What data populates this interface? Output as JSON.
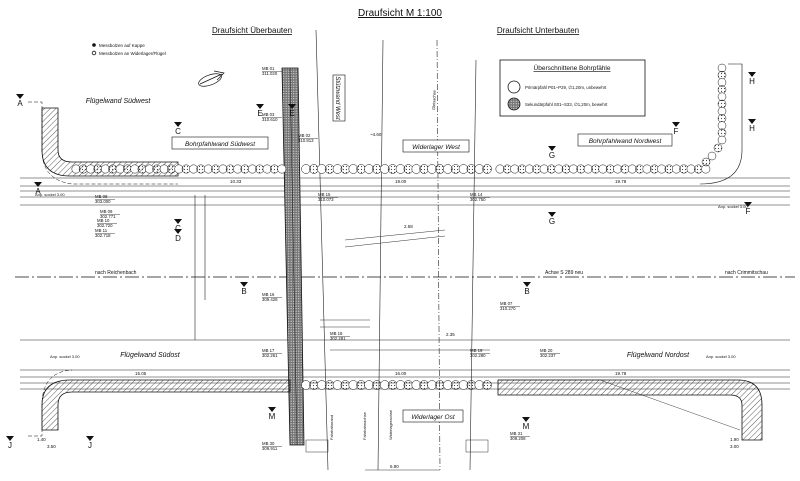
{
  "header": {
    "main_title": "Draufsicht   M 1:100",
    "left_title": "Draufsicht   Überbauten",
    "right_title": "Draufsicht   Unterbauten"
  },
  "legend_top_left": {
    "item1": "Messbolzen auf Kappe",
    "item2": "Messbolzen an Widerlager/Flügel"
  },
  "legend_box": {
    "title": "Überschnittene Bohrpfähle",
    "primary": "Primärpfahl P01–P29, ∅1,20m, unbewehrt",
    "secondary": "Sekundärpfahl S01–S33, ∅1,20m, bewehrt"
  },
  "structure_labels": {
    "fluegel_sw": "Flügelwand Südwest",
    "bohrpfahl_sw": "Bohrpfahlwand Südwest",
    "widerlager_west": "Widerlager West",
    "bohrpfahl_nw": "Bohrpfahlwand Nordwest",
    "stuetzwand": "Stützwand West",
    "fluegel_so": "Flügelwand Südost",
    "widerlager_ost": "Widerlager Ost",
    "fluegel_no": "Flügelwand Nordost"
  },
  "axis": {
    "left": "nach Reichenbach",
    "center": "Achse S 289 neu",
    "right": "nach Crimmitschau"
  },
  "section_marks": {
    "A": "A",
    "B": "B",
    "C": "C",
    "D": "D",
    "E": "E",
    "F": "F",
    "G": "G",
    "H": "H",
    "J": "J",
    "M": "M"
  },
  "measuring_points": [
    {
      "id": "MB 01",
      "value": "311.020"
    },
    {
      "id": "MB 02",
      "value": "310.813"
    },
    {
      "id": "MB 03",
      "value": "310.610"
    },
    {
      "id": "MB 07",
      "value": "310.270"
    },
    {
      "id": "MB 08",
      "value": "303.000"
    },
    {
      "id": "MB 09",
      "value": "302.771"
    },
    {
      "id": "MB 10",
      "value": "302.720"
    },
    {
      "id": "MB 11",
      "value": "302.718"
    },
    {
      "id": "MB 14",
      "value": "302.750"
    },
    {
      "id": "MB 15",
      "value": "310.073"
    },
    {
      "id": "MB 16",
      "value": "309.428"
    },
    {
      "id": "MB 17",
      "value": "302.261"
    },
    {
      "id": "MB 18",
      "value": "302.281"
    },
    {
      "id": "MB 19",
      "value": "302.280"
    },
    {
      "id": "MB 20",
      "value": "302.237"
    },
    {
      "id": "MB 30",
      "value": "309.911"
    },
    {
      "id": "MB 31",
      "value": "309.208"
    }
  ],
  "dimensions": {
    "d_10_33": "10.33",
    "d_19_00": "19.00",
    "d_19_78": "19.78",
    "d_15_05": "15.05",
    "d_16_00": "16.00",
    "d_6_90": "6.90",
    "d_4_60": "~4.60",
    "d_2_35": "2.35",
    "d_2_58": "2.58",
    "d_3_50": "3.50",
    "d_1_40": "1.40",
    "d_1_90": "1.90",
    "d_3_00": "3.00"
  },
  "notes": {
    "anp_sockel": "Anp. sockel 3.00",
    "fahrbahnrand": "Fahrbahnrand",
    "fahrbahnachse": "Fahrbahnachse",
    "widerlagerachse": "Widerlagerachse",
    "gleisachse": "Gleisachse"
  }
}
